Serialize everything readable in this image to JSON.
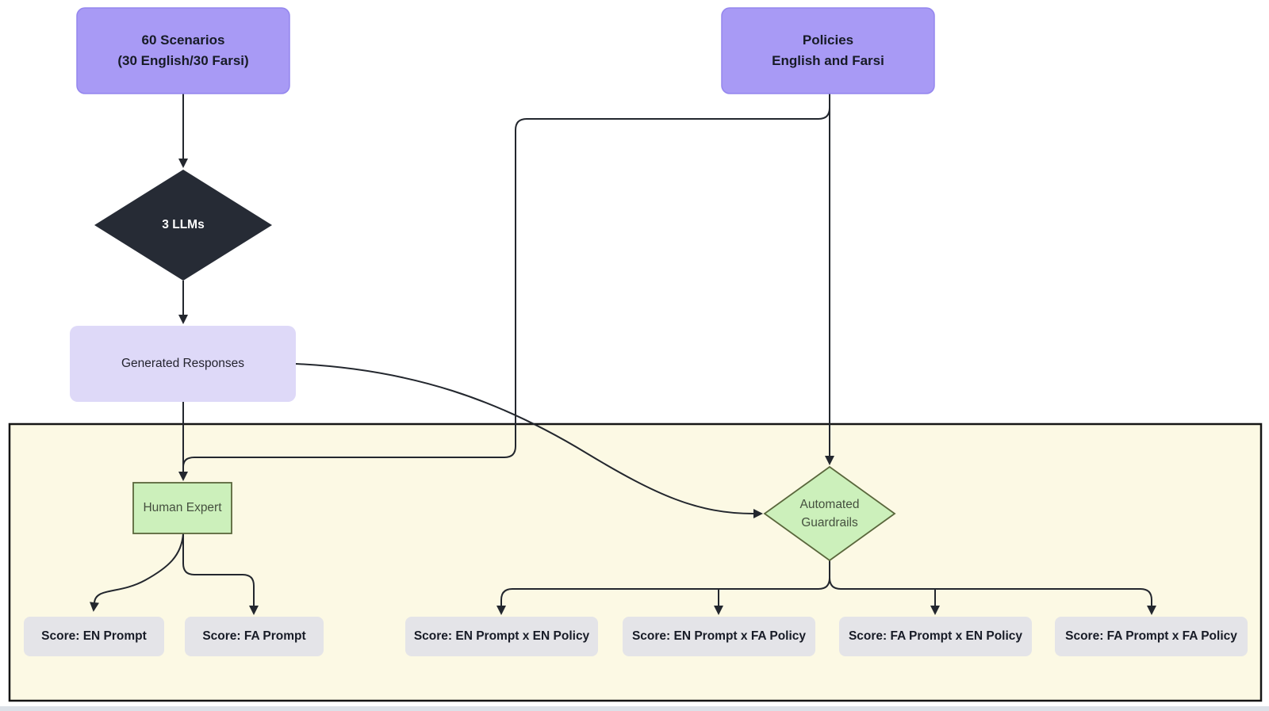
{
  "diagram": {
    "nodes": {
      "scenarios": {
        "line1": "60 Scenarios",
        "line2": "(30 English/30 Farsi)"
      },
      "policies": {
        "line1": "Policies",
        "line2": "English and Farsi"
      },
      "llms": {
        "label": "3 LLMs"
      },
      "generated_responses": {
        "label": "Generated Responses"
      },
      "human_expert": {
        "label": "Human Expert"
      },
      "automated_guardrails": {
        "line1": "Automated",
        "line2": "Guardrails"
      },
      "score_en_prompt": {
        "label": "Score: EN Prompt"
      },
      "score_fa_prompt": {
        "label": "Score: FA Prompt"
      },
      "score_en_prompt_en_policy": {
        "label": "Score: EN Prompt x EN Policy"
      },
      "score_en_prompt_fa_policy": {
        "label": "Score: EN Prompt x FA Policy"
      },
      "score_fa_prompt_en_policy": {
        "label": "Score: FA Prompt x EN Policy"
      },
      "score_fa_prompt_fa_policy": {
        "label": "Score: FA Prompt x FA Policy"
      }
    },
    "colors": {
      "purple_node": "#a89af5",
      "purple_stroke": "#9486ee",
      "lavender_node": "#ded9f8",
      "dark_node": "#262b35",
      "green_node": "#ccf0bb",
      "green_stroke": "#5a673c",
      "container_fill": "#fcf9e4",
      "container_stroke": "#151515",
      "score_node": "#e4e4e8",
      "edge": "#23272e",
      "bottom_strip": "#dce1e8"
    }
  }
}
